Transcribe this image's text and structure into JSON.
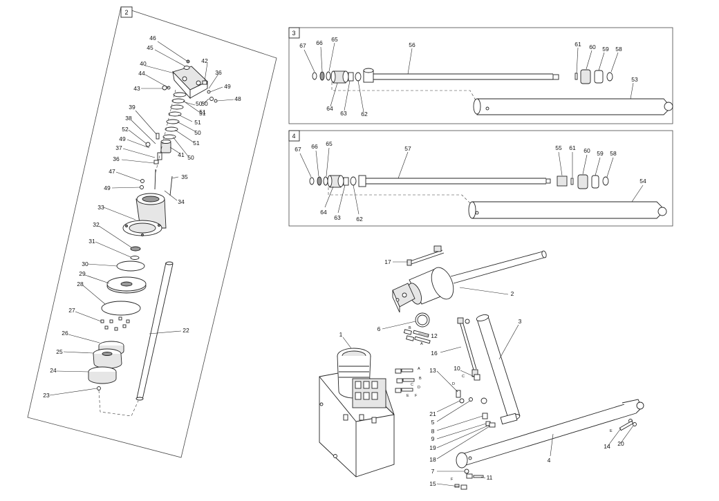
{
  "panels": {
    "panel2": {
      "number": "2"
    },
    "panel3": {
      "number": "3"
    },
    "panel4": {
      "number": "4"
    }
  },
  "callouts": {
    "p2": [
      "46",
      "45",
      "40",
      "42",
      "36",
      "44",
      "43",
      "49",
      "50",
      "48",
      "51",
      "39",
      "38",
      "52",
      "49",
      "37",
      "41",
      "36",
      "47",
      "49",
      "35",
      "34",
      "33",
      "32",
      "31",
      "30",
      "29",
      "28",
      "27",
      "26",
      "22",
      "25",
      "24",
      "23",
      "50",
      "51",
      "50",
      "51",
      "50",
      "51"
    ],
    "p3": [
      "67",
      "66",
      "65",
      "56",
      "61",
      "60",
      "59",
      "58",
      "53",
      "64",
      "63",
      "62"
    ],
    "p4": [
      "67",
      "66",
      "65",
      "57",
      "55",
      "61",
      "60",
      "59",
      "58",
      "54",
      "64",
      "63",
      "62"
    ],
    "assembly": [
      "17",
      "2",
      "3",
      "6",
      "12",
      "1",
      "16",
      "10",
      "13",
      "21",
      "5",
      "8",
      "9",
      "19",
      "18",
      "4",
      "14",
      "20",
      "7",
      "11",
      "15"
    ]
  },
  "port_letters": [
    "B",
    "A",
    "A",
    "B",
    "C",
    "D",
    "E",
    "F",
    "C",
    "D",
    "E",
    "F"
  ]
}
